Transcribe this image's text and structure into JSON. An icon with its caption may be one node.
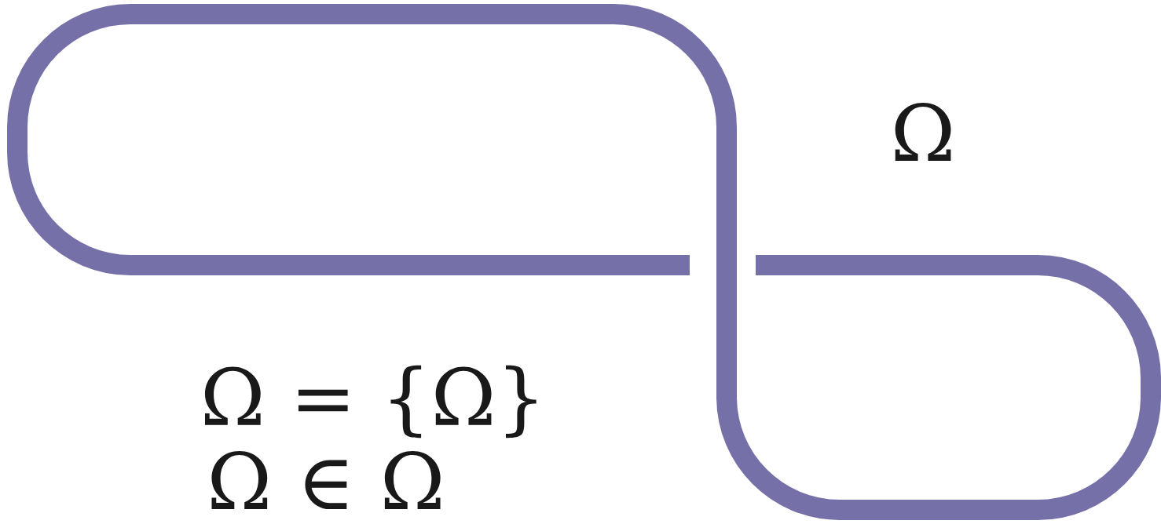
{
  "diagram": {
    "labels": [
      "Ω",
      "Ω = {Ω}",
      "Ω ∈ Ω"
    ]
  }
}
